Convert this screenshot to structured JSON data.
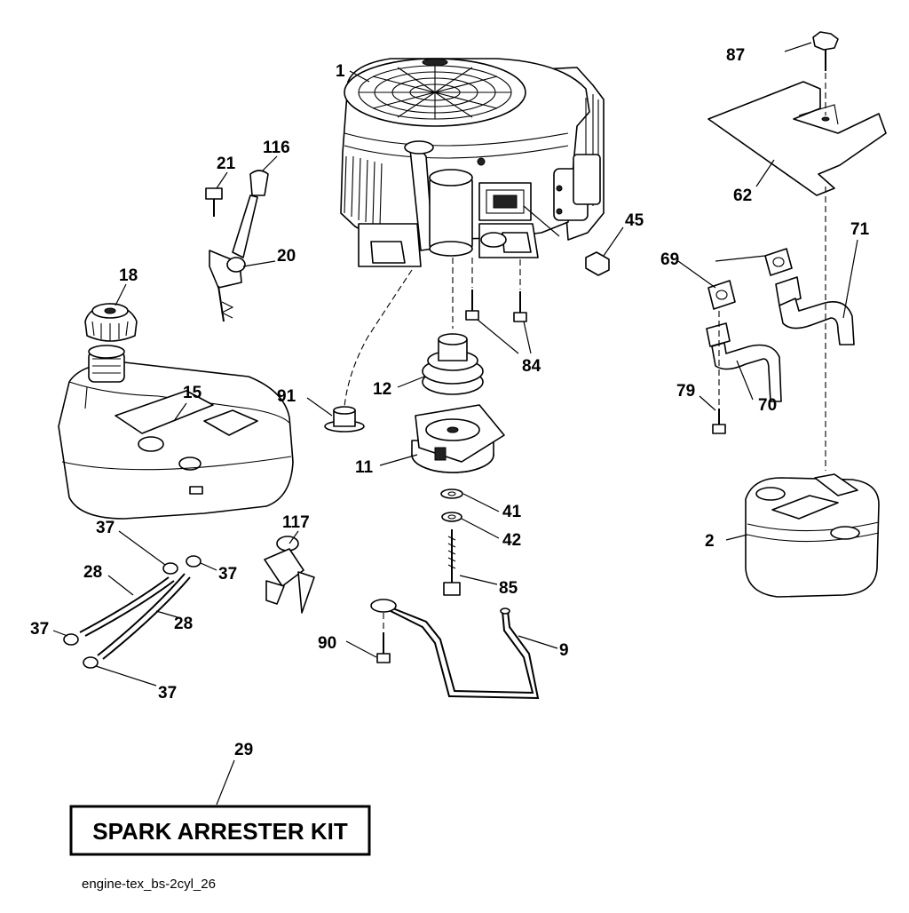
{
  "diagram": {
    "callouts": [
      {
        "id": "1",
        "label": "1"
      },
      {
        "id": "2",
        "label": "2"
      },
      {
        "id": "9",
        "label": "9"
      },
      {
        "id": "11",
        "label": "11"
      },
      {
        "id": "12",
        "label": "12"
      },
      {
        "id": "15",
        "label": "15"
      },
      {
        "id": "18",
        "label": "18"
      },
      {
        "id": "20",
        "label": "20"
      },
      {
        "id": "21",
        "label": "21"
      },
      {
        "id": "28a",
        "label": "28"
      },
      {
        "id": "28b",
        "label": "28"
      },
      {
        "id": "29",
        "label": "29"
      },
      {
        "id": "37a",
        "label": "37"
      },
      {
        "id": "37b",
        "label": "37"
      },
      {
        "id": "37c",
        "label": "37"
      },
      {
        "id": "37d",
        "label": "37"
      },
      {
        "id": "41",
        "label": "41"
      },
      {
        "id": "42",
        "label": "42"
      },
      {
        "id": "45",
        "label": "45"
      },
      {
        "id": "62",
        "label": "62"
      },
      {
        "id": "69",
        "label": "69"
      },
      {
        "id": "70",
        "label": "70"
      },
      {
        "id": "71",
        "label": "71"
      },
      {
        "id": "79",
        "label": "79"
      },
      {
        "id": "84",
        "label": "84"
      },
      {
        "id": "85",
        "label": "85"
      },
      {
        "id": "87",
        "label": "87"
      },
      {
        "id": "90",
        "label": "90"
      },
      {
        "id": "91",
        "label": "91"
      },
      {
        "id": "116",
        "label": "116"
      },
      {
        "id": "117",
        "label": "117"
      }
    ],
    "kit_label": "SPARK ARRESTER KIT",
    "reference": "engine-tex_bs-2cyl_26"
  }
}
